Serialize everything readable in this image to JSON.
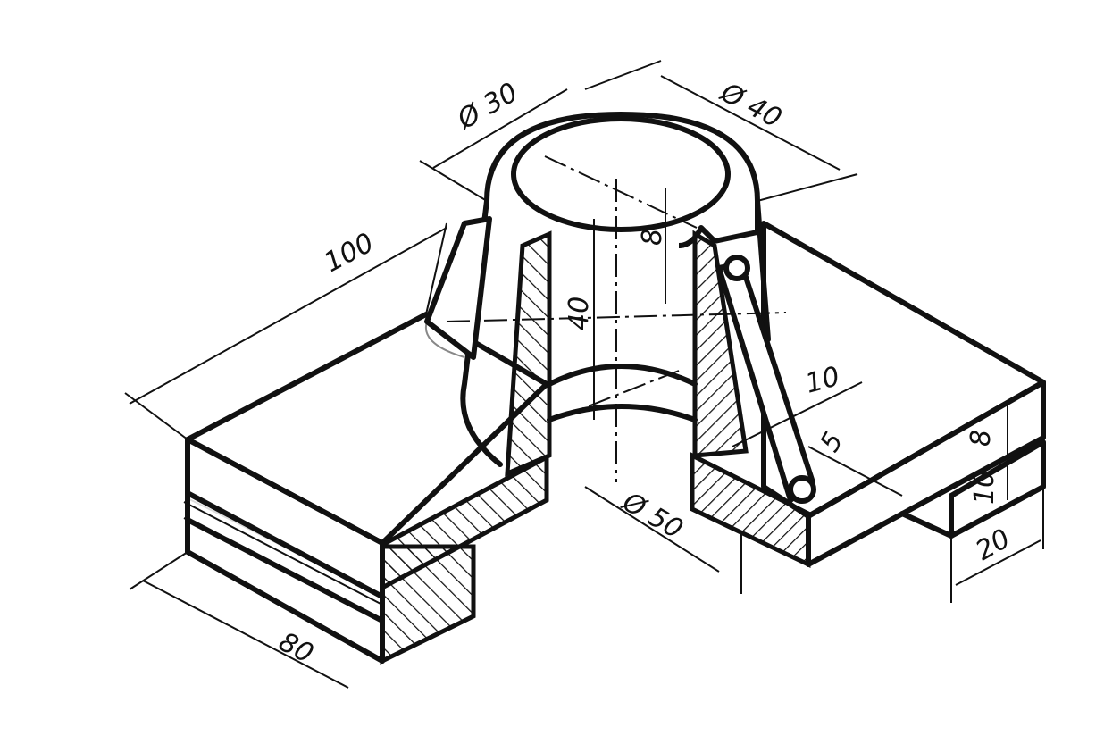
{
  "drawing": {
    "dimensions": {
      "d30": "Ø 30",
      "d40": "Ø 40",
      "len100": "100",
      "h40": "40",
      "h8_top": "8",
      "len80": "80",
      "d50": "Ø 50",
      "t10_weld": "10",
      "t5_weld": "5",
      "t8_plate": "8",
      "t10_rib": "10",
      "w20": "20"
    }
  }
}
